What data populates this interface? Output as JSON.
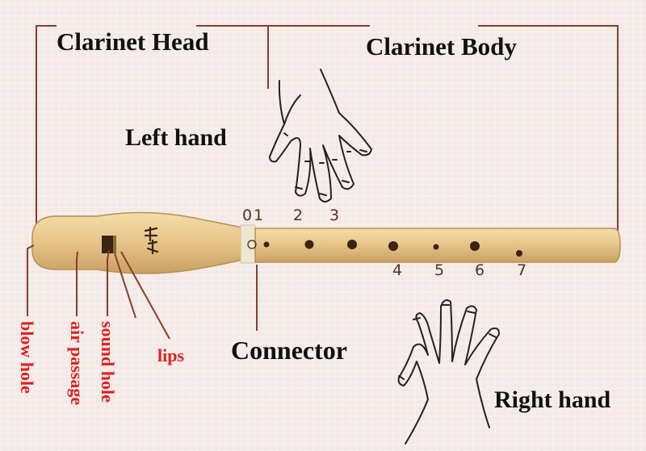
{
  "labels": {
    "clarinet_head": "Clarinet Head",
    "clarinet_body": "Clarinet Body",
    "left_hand": "Left hand",
    "right_hand": "Right hand",
    "connector": "Connector",
    "blow_hole": "blow hole",
    "air_passage": "air passage",
    "sound_hole": "sound hole",
    "lips": "lips"
  },
  "hole_numbers": [
    "0",
    "1",
    "2",
    "3",
    "4",
    "5",
    "6",
    "7"
  ],
  "colors": {
    "wood": "#e6c48a",
    "wood_dark": "#b98f4e",
    "bracket": "#8a3c2c",
    "red_label": "#e02020",
    "hole": "#3a2412"
  }
}
